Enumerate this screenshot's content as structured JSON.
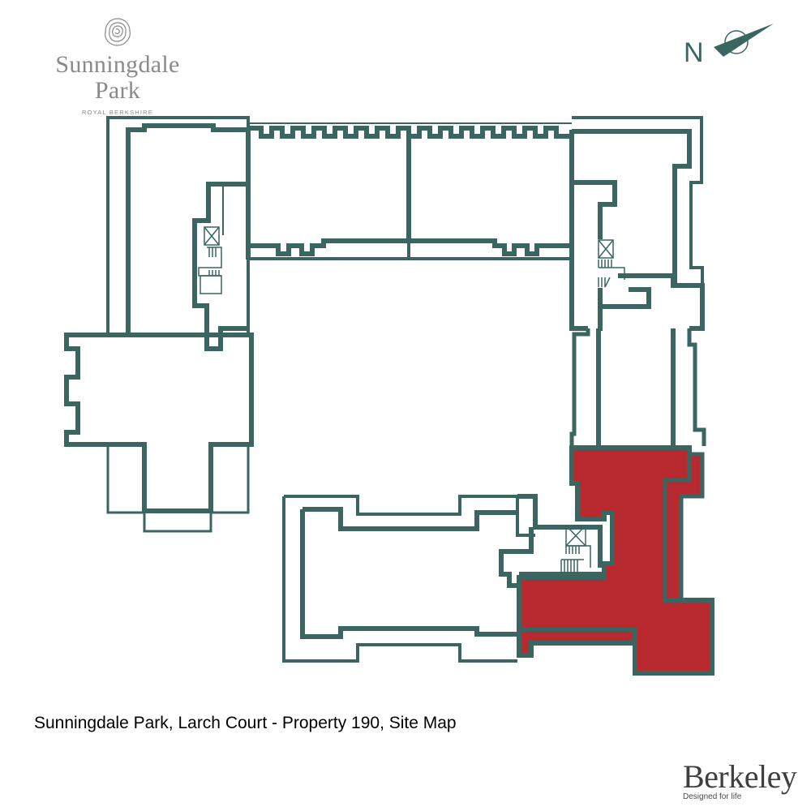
{
  "brand": {
    "name": "Sunningdale Park",
    "subtitle": "ROYAL BERKSHIRE",
    "logo_icon": "rose-icon"
  },
  "compass": {
    "label": "N",
    "icon": "north-arrow-icon"
  },
  "map": {
    "title": "Sunningdale Park, Larch Court - Property 190, Site Map",
    "building": "Larch Court",
    "property_number": "190",
    "highlighted_unit": "Property 190",
    "colors": {
      "wall": "#3a6560",
      "highlight": "#b82a30",
      "background": "#ffffff"
    }
  },
  "developer": {
    "name": "Berkeley",
    "tagline": "Designed for life"
  }
}
